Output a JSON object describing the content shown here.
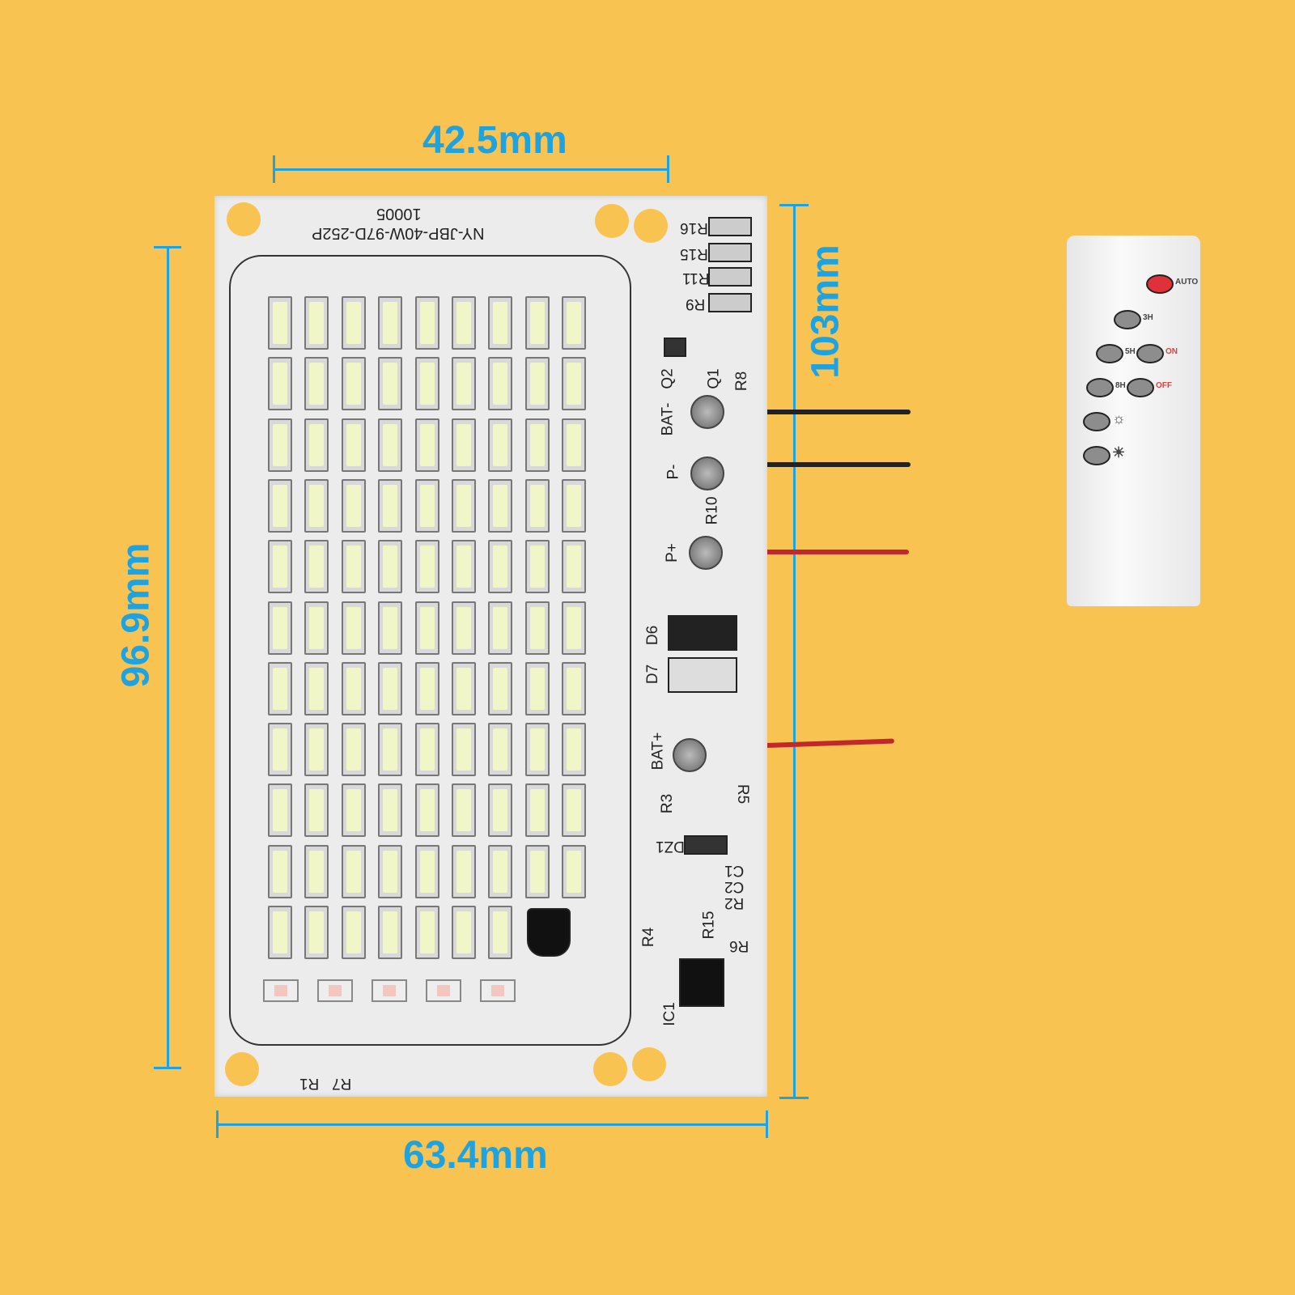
{
  "dimensions": {
    "top_width": "42.5mm",
    "bottom_width": "63.4mm",
    "left_height": "96.9mm",
    "right_height": "103mm"
  },
  "board": {
    "model": "NY-JBP-40W-97D-252P",
    "code": "10005",
    "led_grid": {
      "columns": 9,
      "rows": 11,
      "last_row_count": 7,
      "red_leds": 5
    },
    "labels": {
      "r16": "R16",
      "r15": "R15",
      "r11": "R11",
      "r9": "R9",
      "q2": "Q2",
      "q1": "Q1",
      "r8": "R8",
      "bat_minus": "BAT-",
      "p_minus": "P-",
      "r10": "R10",
      "p_plus": "P+",
      "d6": "D6",
      "d7": "D7",
      "bat_plus": "BAT+",
      "r3": "R3",
      "r5": "R5",
      "dz1": "DZ1",
      "c1": "C1",
      "c2": "C2",
      "r2": "R2",
      "r4": "R4",
      "r15b": "R15",
      "r6": "R6",
      "ic1": "IC1",
      "r1": "R1",
      "r7": "R7"
    }
  },
  "remote": {
    "buttons": [
      {
        "label": "AUTO",
        "color": "#e0303a"
      },
      {
        "label": "3H"
      },
      {
        "label": "5H"
      },
      {
        "label": "ON",
        "color": "#e04040"
      },
      {
        "label": "8H"
      },
      {
        "label": "OFF",
        "color": "#e04040"
      },
      {
        "label": "☼"
      },
      {
        "label": "☀"
      }
    ]
  },
  "colors": {
    "background": "#f8c350",
    "dimension": "#1ea3e0",
    "wire_black": "#222222",
    "wire_red": "#c0282e"
  }
}
